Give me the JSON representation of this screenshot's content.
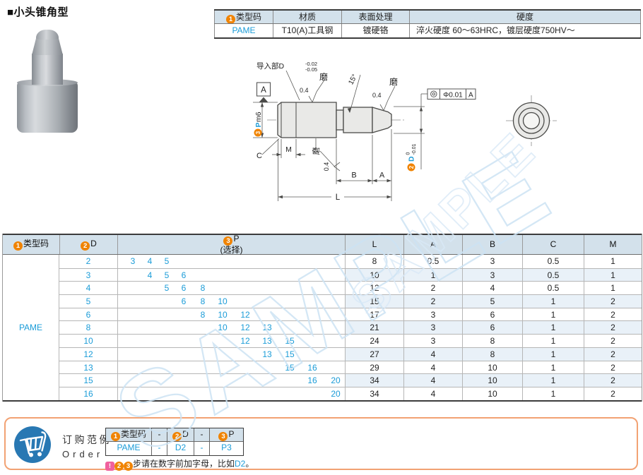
{
  "title": "■小头锥角型",
  "watermark": "SAMPLE",
  "colors": {
    "accent_orange": "#f08300",
    "link_blue": "#1b9cd8",
    "table_header_bg": "#d3e1eb",
    "row_tint": "#e9f1f8",
    "watermark_blue": "#cde3f4",
    "note_pink": "#f0619e",
    "panel_border": "#f2a273",
    "cart_blue": "#2878b3"
  },
  "spec_table": {
    "headers": [
      {
        "badge": "1",
        "label": "类型码"
      },
      {
        "label": "材质"
      },
      {
        "label": "表面处理"
      },
      {
        "label": "硬度"
      }
    ],
    "row": [
      "PAME",
      "T10(A)工具钢",
      "镀硬铬",
      "淬火硬度 60～63HRC，镀层硬度750HV～"
    ]
  },
  "drawing": {
    "lead_in_label": "导入部D",
    "lead_in_tol_up": "-0.02",
    "lead_in_tol_dn": "-0.05",
    "datum_label": "A",
    "roughness": "0.4",
    "grind_label": "磨",
    "taper_angle": "15°",
    "fcf_tolerance": "Φ0.01",
    "fcf_datum": "A",
    "head_badge": "3",
    "head_dia": "P",
    "head_fit": "m6",
    "tip_badge": "2",
    "tip_dia": "D",
    "tip_tol_up": "0",
    "tip_tol_dn": "-0.01",
    "dim_m": "M",
    "dim_c": "C",
    "dim_b": "B",
    "dim_a": "A",
    "dim_l": "L"
  },
  "main_table": {
    "header": {
      "col1_badge": "1",
      "col1": "类型码",
      "col2_badge": "2",
      "col2": "D",
      "col3_badge": "3",
      "col3": "P",
      "col3_sub": "(选择)",
      "cols": [
        "L",
        "A",
        "B",
        "C",
        "M"
      ]
    },
    "type_code": "PAME",
    "rows": [
      {
        "d": "2",
        "p": [
          "3",
          "4",
          "5",
          "",
          "",
          "",
          "",
          "",
          "",
          "",
          ""
        ],
        "l": "8",
        "a": "0.5",
        "b": "3",
        "c": "0.5",
        "m": "1"
      },
      {
        "d": "3",
        "p": [
          "",
          "4",
          "5",
          "6",
          "",
          "",
          "",
          "",
          "",
          "",
          ""
        ],
        "l": "10",
        "a": "1",
        "b": "3",
        "c": "0.5",
        "m": "1"
      },
      {
        "d": "4",
        "p": [
          "",
          "",
          "5",
          "6",
          "8",
          "",
          "",
          "",
          "",
          "",
          ""
        ],
        "l": "12",
        "a": "2",
        "b": "4",
        "c": "0.5",
        "m": "1"
      },
      {
        "d": "5",
        "p": [
          "",
          "",
          "",
          "6",
          "8",
          "10",
          "",
          "",
          "",
          "",
          ""
        ],
        "l": "15",
        "a": "2",
        "b": "5",
        "c": "1",
        "m": "2"
      },
      {
        "d": "6",
        "p": [
          "",
          "",
          "",
          "",
          "8",
          "10",
          "12",
          "",
          "",
          "",
          ""
        ],
        "l": "17",
        "a": "3",
        "b": "6",
        "c": "1",
        "m": "2"
      },
      {
        "d": "8",
        "p": [
          "",
          "",
          "",
          "",
          "",
          "10",
          "12",
          "13",
          "",
          "",
          ""
        ],
        "l": "21",
        "a": "3",
        "b": "6",
        "c": "1",
        "m": "2"
      },
      {
        "d": "10",
        "p": [
          "",
          "",
          "",
          "",
          "",
          "",
          "12",
          "13",
          "15",
          "",
          ""
        ],
        "l": "24",
        "a": "3",
        "b": "8",
        "c": "1",
        "m": "2"
      },
      {
        "d": "12",
        "p": [
          "",
          "",
          "",
          "",
          "",
          "",
          "",
          "13",
          "15",
          "",
          ""
        ],
        "l": "27",
        "a": "4",
        "b": "8",
        "c": "1",
        "m": "2"
      },
      {
        "d": "13",
        "p": [
          "",
          "",
          "",
          "",
          "",
          "",
          "",
          "",
          "15",
          "16",
          ""
        ],
        "l": "29",
        "a": "4",
        "b": "10",
        "c": "1",
        "m": "2"
      },
      {
        "d": "15",
        "p": [
          "",
          "",
          "",
          "",
          "",
          "",
          "",
          "",
          "",
          "16",
          "20"
        ],
        "l": "34",
        "a": "4",
        "b": "10",
        "c": "1",
        "m": "2"
      },
      {
        "d": "16",
        "p": [
          "",
          "",
          "",
          "",
          "",
          "",
          "",
          "",
          "",
          "",
          "20"
        ],
        "l": "34",
        "a": "4",
        "b": "10",
        "c": "1",
        "m": "2"
      }
    ]
  },
  "order": {
    "title_cn": "订购范例",
    "title_en": "Order",
    "table": {
      "headers": [
        {
          "badge": "1",
          "label": "类型码"
        },
        {
          "label": "-"
        },
        {
          "badge": "2",
          "label": "D"
        },
        {
          "label": "-"
        },
        {
          "badge": "3",
          "label": "P"
        }
      ],
      "row": [
        "PAME",
        "-",
        "D2",
        "-",
        "P3"
      ]
    },
    "note": {
      "bang": "!",
      "b2": "2",
      "b3": "3",
      "text": "步请在数字前加字母，比如",
      "code": "D2",
      "period": "。"
    }
  }
}
